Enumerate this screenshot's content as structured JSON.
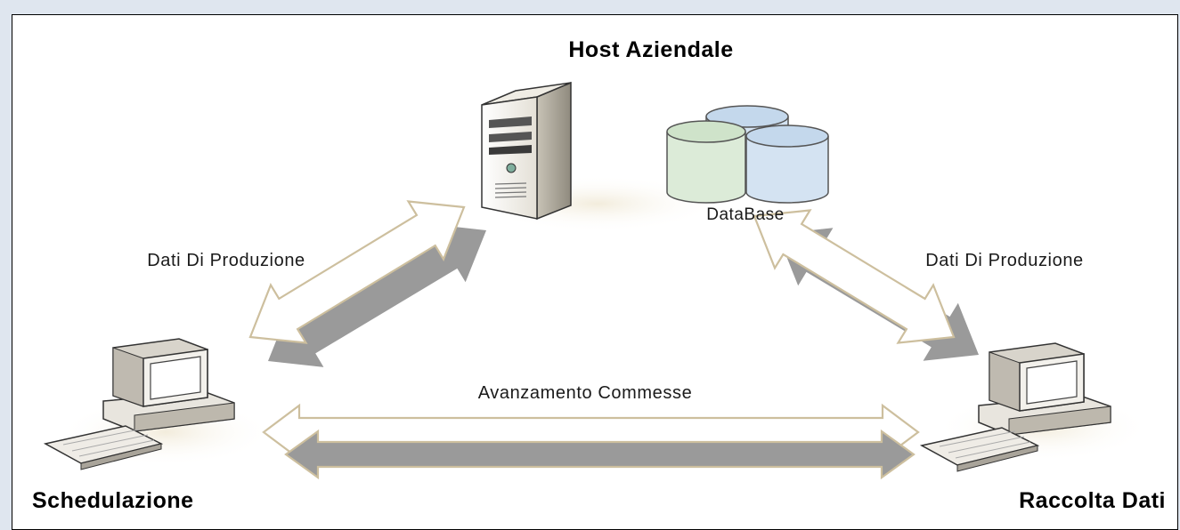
{
  "title": "Host Aziendale",
  "database_label": "DataBase",
  "left_flow_label": "Dati Di Produzione",
  "right_flow_label": "Dati Di Produzione",
  "bottom_flow_label": "Avanzamento Commesse",
  "left_node_label": "Schedulazione",
  "right_node_label": "Raccolta Dati",
  "colors": {
    "arrow_outline": "#cdbf9e",
    "arrow_shadow": "#9a9a9a",
    "db_green": "#dcebd8",
    "db_blue": "#d4e3f2"
  }
}
